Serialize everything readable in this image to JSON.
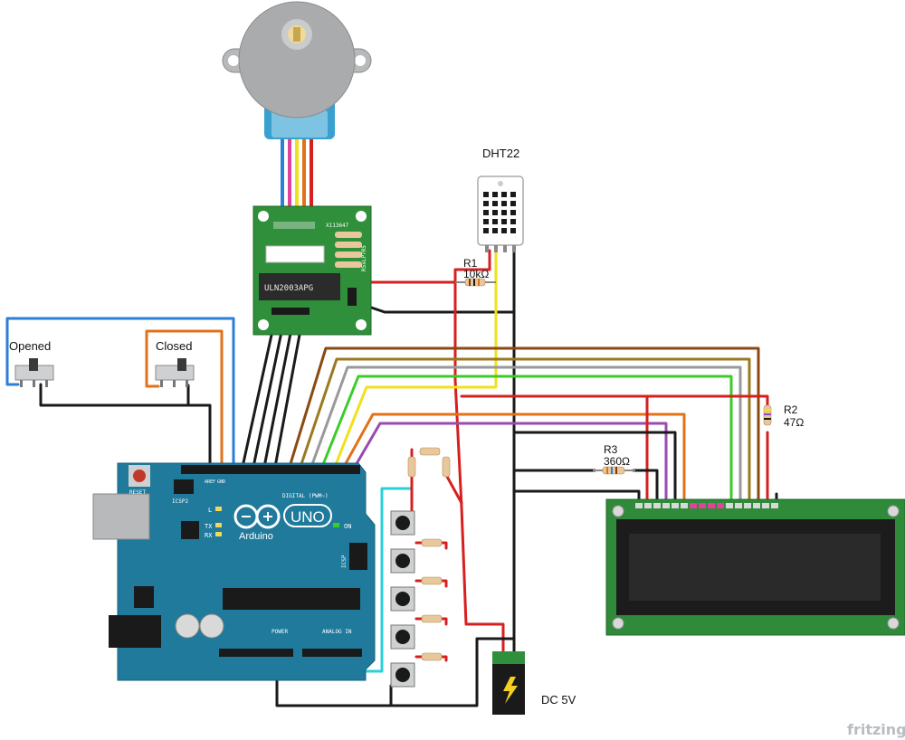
{
  "labels": {
    "dht22": "DHT22",
    "r1_name": "R1",
    "r1_value": "10kΩ",
    "r2_name": "R2",
    "r2_value": "47Ω",
    "r3_name": "R3",
    "r3_value": "360Ω",
    "opened": "Opened",
    "closed": "Closed",
    "dc": "DC 5V",
    "uln_chip": "ULN2003APG",
    "uln_code": "X113647",
    "uln_res": "R5xLP7R5",
    "arduino_brand": "Arduino",
    "arduino_model": "UNO",
    "arduino_reset": "RESET",
    "arduino_icsp2": "ICSP2",
    "arduino_icsp": "ICSP",
    "arduino_digital": "DIGITAL (PWM~)",
    "arduino_power": "POWER",
    "arduino_analog": "ANALOG IN",
    "arduino_on": "ON",
    "arduino_l": "L",
    "arduino_tx": "TX",
    "arduino_rx": "RX",
    "aref": "AREF",
    "gnd": "GND",
    "watermark": "fritzing"
  },
  "colors": {
    "arduino_board": "#1f7a9c",
    "uln_board": "#2f8f3a",
    "lcd_board": "#2f8a3a",
    "lcd_screen": "#1c1c1c",
    "motor": "#a9abad",
    "motor_cap": "#3aa0d0",
    "wire_red": "#d62020",
    "wire_black": "#1a1a1a",
    "wire_yellow": "#f0e11a",
    "wire_blue": "#2a7fd6",
    "wire_orange": "#e0721a",
    "wire_brown": "#8a4a10",
    "wire_olive": "#9a7a20",
    "wire_gray": "#999999",
    "wire_green": "#3ccc2a",
    "wire_purple": "#9a4ab0",
    "wire_cyan": "#2ad0d8",
    "wire_pink": "#e2429a"
  },
  "icons": [
    "stepper-motor-icon",
    "power-jack-icon",
    "lightning-icon",
    "infinity-logo-icon",
    "pushbutton-icon",
    "slide-switch-icon",
    "resistor-icon"
  ]
}
